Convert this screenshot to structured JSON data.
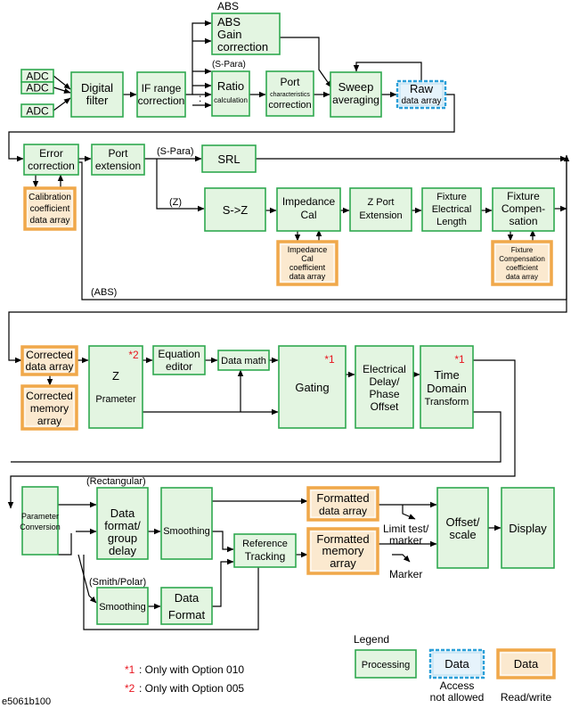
{
  "figure_id": "e5061b100",
  "boxes": {
    "adc1": "ADC",
    "adc2": "ADC",
    "adc3": "ADC",
    "digital_filter": [
      "Digital",
      "filter"
    ],
    "if_range": [
      "IF range",
      "correction"
    ],
    "abs_gain": [
      "ABS",
      "Gain",
      "correction"
    ],
    "ratio": [
      "Ratio",
      "calculation"
    ],
    "port_char": [
      "Port",
      "characteristics",
      "correction"
    ],
    "sweep_avg": [
      "Sweep",
      "averaging"
    ],
    "raw_data": [
      "Raw",
      "data array"
    ],
    "error_corr": [
      "Error",
      "correction"
    ],
    "calib_coef": [
      "Calibration",
      "coefficient",
      "data array"
    ],
    "port_ext": [
      "Port",
      "extension"
    ],
    "srl": "SRL",
    "s_to_z": "S->Z",
    "imp_cal": [
      "Impedance",
      "Cal"
    ],
    "imp_cal_coef": [
      "Impedance",
      "Cal",
      "coefficient",
      "data array"
    ],
    "z_port_ext": [
      "Z  Port",
      "Extension"
    ],
    "fixture_el": [
      "Fixture",
      "Electrical",
      "Length"
    ],
    "fixture_comp": [
      "Fixture",
      "Compen-",
      "sation"
    ],
    "fixture_comp_coef": [
      "Fixture",
      "Compensation",
      "coefficient",
      "data array"
    ],
    "corrected_data": [
      "Corrected",
      "data array"
    ],
    "corrected_mem": [
      "Corrected",
      "memory",
      "array"
    ],
    "z_param": [
      "Z",
      "Prameter"
    ],
    "z_param_mark": "*2",
    "eq_editor": [
      "Equation",
      "editor"
    ],
    "data_math": "Data math",
    "gating": "Gating",
    "gating_mark": "*1",
    "elec_delay": [
      "Electrical",
      "Delay/",
      "Phase",
      "Offset"
    ],
    "time_domain": [
      "Time",
      "Domain",
      "Transform"
    ],
    "time_domain_mark": "*1",
    "param_conv": [
      "Parameter",
      "Conversion"
    ],
    "data_format": [
      "Data",
      "format/",
      "group",
      "delay"
    ],
    "smoothing_rect": "Smoothing",
    "smoothing_polar": "Smoothing",
    "data_format2": [
      "Data",
      "Format"
    ],
    "ref_tracking": [
      "Reference",
      "Tracking"
    ],
    "formatted_data": [
      "Formatted",
      "data array"
    ],
    "formatted_mem": [
      "Formatted",
      "memory",
      "array"
    ],
    "offset_scale": [
      "Offset/",
      "scale"
    ],
    "display": "Display"
  },
  "labels": {
    "abs_top": "ABS",
    "s_para_top": "(S-Para)",
    "dots": ":",
    "s_para_mid": "(S-Para)",
    "z_mid": "(Z)",
    "abs_mid": "(ABS)",
    "rectangular": "(Rectangular)",
    "smith_polar": "(Smith/Polar)",
    "limit_marker": [
      "Limit test/",
      "marker"
    ],
    "marker": "Marker"
  },
  "legend": {
    "title": "Legend",
    "processing": "Processing",
    "data_na": "Data",
    "data_rw": "Data",
    "caption_na": [
      "Access",
      "not allowed"
    ],
    "caption_rw": "Read/write"
  },
  "notes": {
    "note1_mark": "*1",
    "note1_text": ": Only with Option 010",
    "note2_mark": "*2",
    "note2_text": ": Only with Option 005"
  },
  "colors": {
    "process_fill": "#e3f5e1",
    "process_border": "#2fa84f",
    "rw_fill": "#fbe9cf",
    "rw_border": "#f0a84a",
    "na_fill": "#e6f3fb",
    "na_border": "#2a9fd8",
    "option_mark": "#e8141e"
  }
}
